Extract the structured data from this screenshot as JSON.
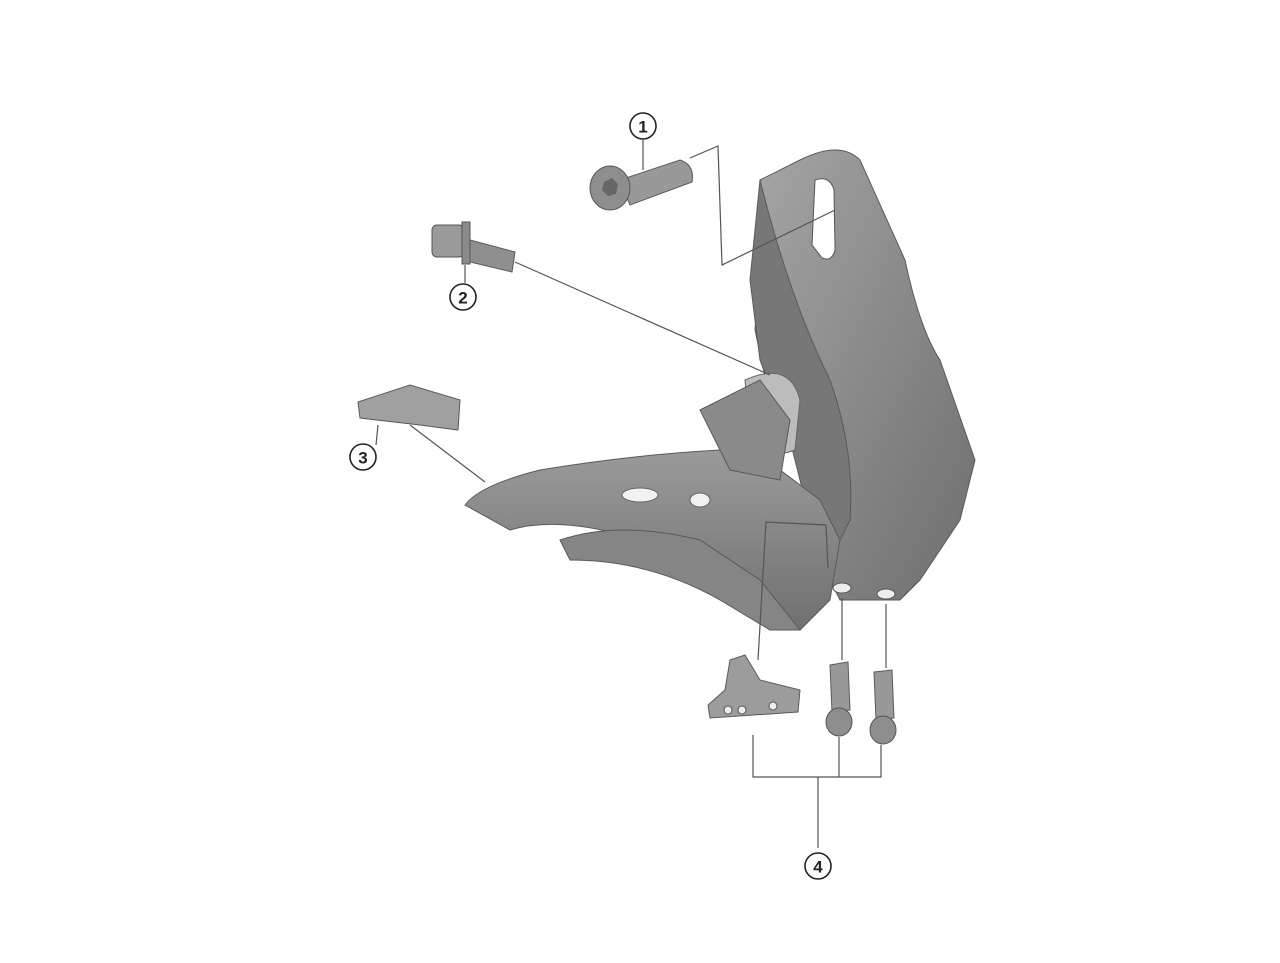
{
  "diagram": {
    "type": "exploded-parts-diagram",
    "callouts": [
      {
        "number": "1"
      },
      {
        "number": "2"
      },
      {
        "number": "3"
      },
      {
        "number": "4"
      }
    ],
    "colors": {
      "part": "#8a8a8a",
      "part_dark": "#6b6b6b",
      "part_light": "#a8a8a8",
      "line": "#555555"
    }
  }
}
